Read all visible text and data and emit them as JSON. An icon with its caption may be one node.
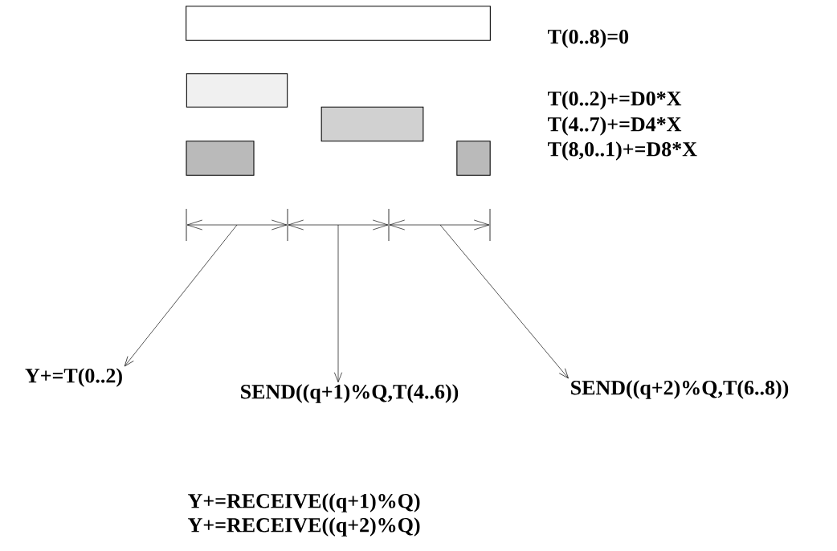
{
  "diagram": {
    "nodes": [
      {
        "text": [],
        "shape": "bar"
      },
      {
        "text": [],
        "shape": "bar"
      },
      {
        "text": [],
        "shape": "bar"
      },
      {
        "text": [],
        "shape": "bar"
      },
      {
        "text": [],
        "shape": "bar"
      },
      {
        "text": [
          "Y+=T(0..2)"
        ]
      },
      {
        "text": [
          "SEND((q+1)%Q,T(4..6))"
        ]
      },
      {
        "text": [
          "SEND((q+2)%Q,T(6..8))"
        ]
      }
    ],
    "edges": [
      {
        "from": null,
        "to": 5,
        "arrow": "to"
      },
      {
        "from": null,
        "to": 6,
        "arrow": "to"
      },
      {
        "from": null,
        "to": 7,
        "arrow": "to"
      }
    ],
    "labels": [
      "T(0..8)=0",
      "T(0..2)+=D0*X",
      "T(4..7)+=D4*X",
      "T(8,0..1)+=D8*X",
      "Y+=RECEIVE((q+1)%Q)",
      "Y+=RECEIVE((q+2)%Q)"
    ]
  }
}
